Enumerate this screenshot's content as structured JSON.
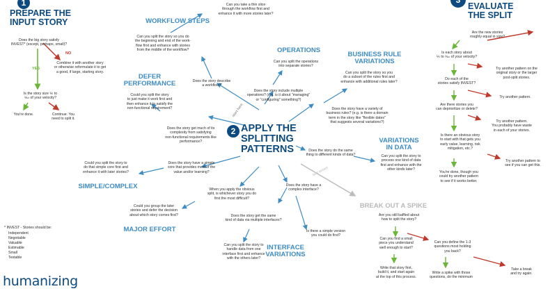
{
  "prepare": {
    "number": "1",
    "title": "PREPARE THE\nINPUT STORY",
    "q_invest": "Does the big story satisfy\nINVEST* (except, perhaps, small)?",
    "no": "NO",
    "combine": "Combine it with another story\nor otherwise reformulate it to get\na good, if large, starting story.",
    "yes": "YES",
    "q_size": "Is the story size ⅙ to\n⅒ of your velocity?",
    "done": "You're done.",
    "continue": "Continue. You\nneed to split it."
  },
  "invest_note": {
    "heading": "* INVEST - Stories should be:",
    "items": [
      "Independent",
      "Negotiable",
      "Valuable",
      "Estimable",
      "Small",
      "Testable"
    ]
  },
  "center": {
    "number": "2",
    "title": "APPLY THE\nSPLITTING\nPATTERNS",
    "start_here": "start here",
    "last_resort": "last resort"
  },
  "patterns": {
    "workflow_title": "WORKFLOW STEPS",
    "workflow_q1": "Can you take a thin slice\nthrough the workflow first and\nenhance it with more stories later?",
    "workflow_q2": "Can you split the story so you do\nthe beginning and end of the work-\nflow first and enhance with stories\nfrom the middle of the workflow?",
    "workflow_q3": "Does the story describe\na workflow?",
    "operations_title": "OPERATIONS",
    "operations_q1": "Can you split the operations\ninto separate stories?",
    "operations_q2": "Does the story include multiple\noperations? (e.g. is it about \"managing\"\nor \"configuring\" something?)",
    "business_title": "BUSINESS RULE\nVARIATIONS",
    "business_q1": "Can you split the story so you\ndo a subset of the rules first and\nenhance with additional rules later?",
    "business_q2": "Does the story have a variety of\nbusiness rules? (e.g. is there a domain\nterm in the story like \"flexible dates\"\nthat suggests several variations?)",
    "defer_title": "DEFER\nPERFORMANCE",
    "defer_q1": "Could you split the story\nto just make it work first and\nthen enhance it to satisfy the\nnon-functional requirement?",
    "defer_q2": "Does the story get much of its\ncomplexity from satisfying\nnon-functional requirements like\nperformance?",
    "variations_title": "VARIATIONS\nIN DATA",
    "variations_q1": "Does the story do the same\nthing to different kinds of data?",
    "variations_q2": "Can you split the story to\nprocess one kind of data\nfirst and enhance with the\nother kinds later?",
    "simple_title": "SIMPLE/COMPLEX",
    "simple_q1": "Could you split the story to\ndo that simple core first and\nenhance it with later stories?",
    "simple_q2": "Does the story have a simple\ncore that provides most of the\nvalue and/or learning?",
    "major_title": "MAJOR EFFORT",
    "major_q1": "When you apply the obvious\nsplit, is whichever story you do\nfirst the most difficult?",
    "major_q2": "Could you group the later\nstories and defer the decision\nabout which story comes first?",
    "interface_title": "INTERFACE\nVARIATIONS",
    "interface_q1": "Does the story have a\ncomplex interface?",
    "interface_q2": "Does the story get the same\nkind of data via multiple interfaces?",
    "interface_q3": "Can you split the story to\nhandle data from one\ninterface first and enhance\nwith the others later?",
    "interface_q4": "Is there a simple version\nyou could do first?"
  },
  "spike": {
    "title": "BREAK OUT A SPIKE",
    "q1": "Are you still baffled about\nhow to split the story?",
    "q2": "Can you find a small\npiece you understand\nwell enough to start?",
    "q3": "Can you define the 1-3\nquestions most holding\nyou back?",
    "a1": "Write that story first,\nbuild it, and start again\nat the top of this process.",
    "a2": "Write a spike with those\nquestions, do the minimum",
    "a3": "Take a break\nand try again."
  },
  "evaluate": {
    "number": "3",
    "title": "EVALUATE\nTHE SPLIT",
    "q1": "Are the new stories\nroughly equal in size?",
    "q2": "Is each story about\n⅙ to ⅒ of your velocity?",
    "a2": "Try another pattern on the\noriginal story or the larger\npost-split stories.",
    "q3": "Do each of the\nstories satisfy INVEST?",
    "a3": "Try another pattern.",
    "q4": "Are there stories you\ncan deprioritize or delete?",
    "a4": "Try another pattern.\nYou probably have waste\nin each of your stories.",
    "q5": "Is there an obvious story\nto start with that gets you\nearly value, learning, risk\nmitigation, etc.?",
    "a5": "Try another pattern to\nsee if you can get this.",
    "done": "You're done, though you\ncould try another pattern\nto see if it works better."
  },
  "brand": {
    "logo": "humanizing"
  },
  "colors": {
    "navy": "#0d4a80",
    "blue": "#3d8cc4",
    "green": "#6ab636",
    "red": "#c0392b",
    "grey": "#b9b9b9"
  }
}
